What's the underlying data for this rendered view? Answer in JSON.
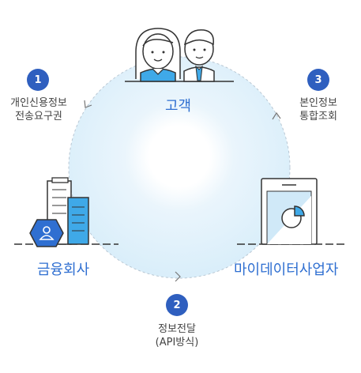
{
  "nodes": {
    "customer": {
      "label": "고객"
    },
    "financial_company": {
      "label": "금융회사"
    },
    "mydata_operator": {
      "label": "마이데이터사업자"
    }
  },
  "steps": [
    {
      "number": "1",
      "line1": "개인신용정보",
      "line2": "전송요구권"
    },
    {
      "number": "2",
      "line1": "정보전달",
      "line2": "(API방식)"
    },
    {
      "number": "3",
      "line1": "본인정보",
      "line2": "통합조회"
    }
  ],
  "colors": {
    "accent": "#2f6fd1",
    "badge": "#2f5fbf",
    "circle_fill": "#e3f1fb",
    "icon_blue": "#3fa9e8"
  }
}
